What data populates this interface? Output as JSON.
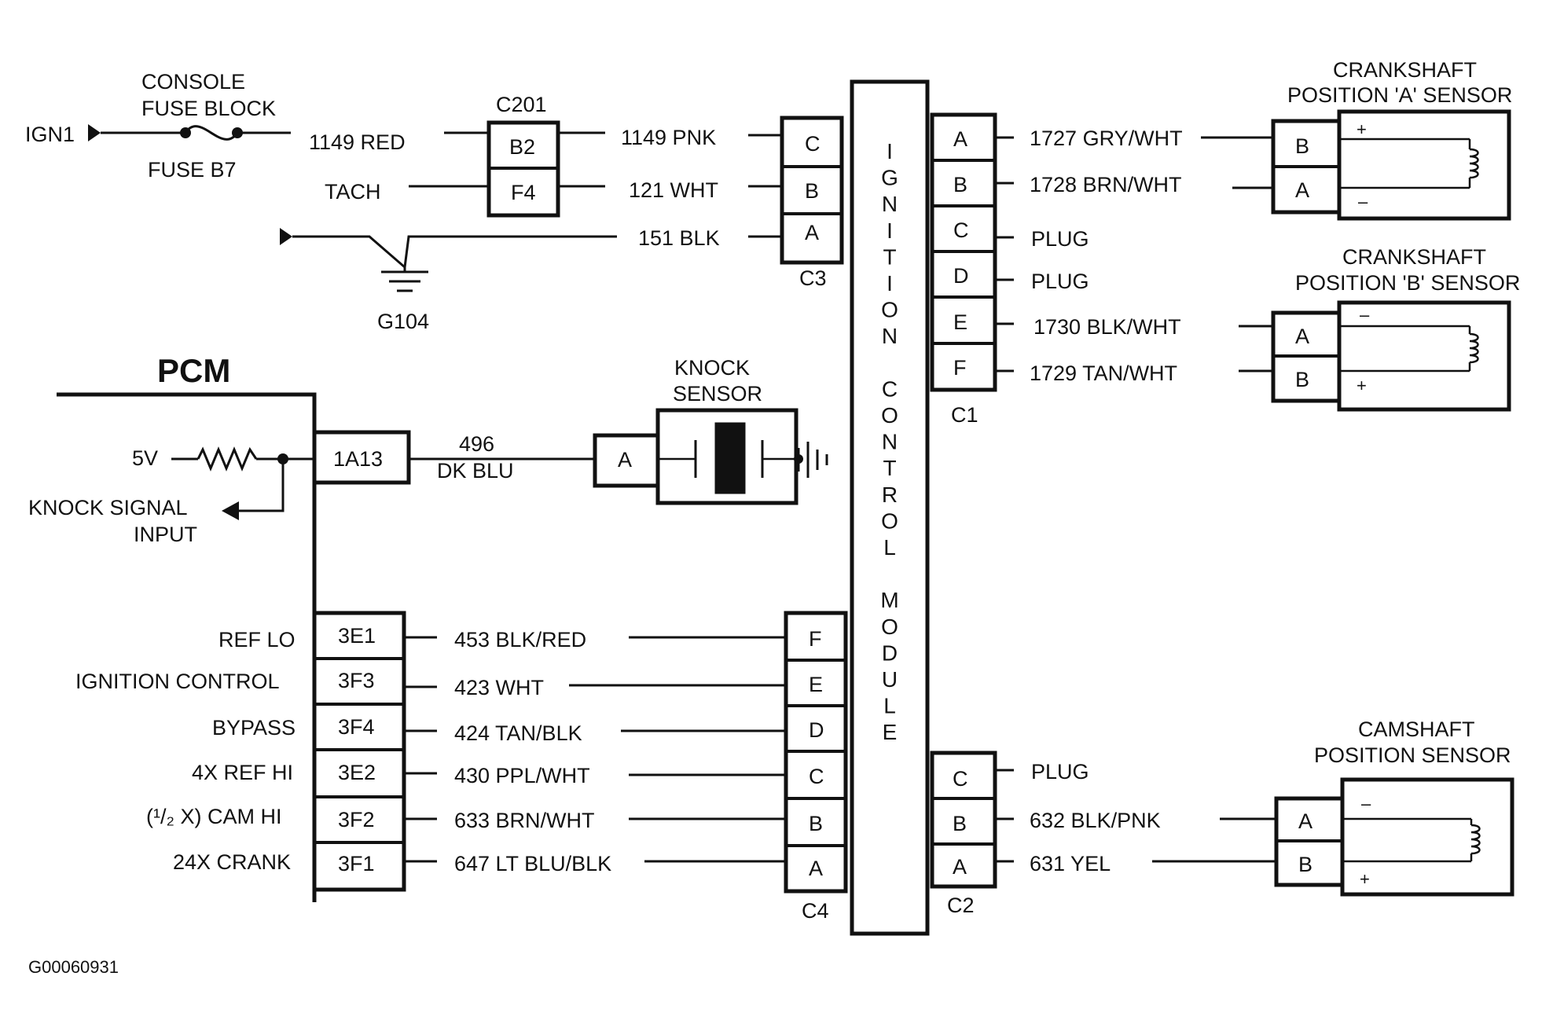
{
  "diagram": {
    "figure_id": "G00060931",
    "power": {
      "ign": "IGN1",
      "fuse_block": [
        "CONSOLE",
        "FUSE BLOCK"
      ],
      "fuse": "FUSE B7",
      "ign_wire": "1149 RED",
      "tach": "TACH"
    },
    "c201": {
      "name": "C201",
      "pins": [
        "B2",
        "F4"
      ]
    },
    "c3": {
      "name": "C3",
      "pins": [
        "C",
        "B",
        "A"
      ],
      "wires": [
        "1149 PNK",
        "121 WHT",
        "151 BLK"
      ]
    },
    "ground": "G104",
    "module": {
      "title_vertical": [
        "I",
        "G",
        "N",
        "I",
        "T",
        "I",
        "O",
        "N",
        "",
        "C",
        "O",
        "N",
        "T",
        "R",
        "O",
        "L",
        "",
        "M",
        "O",
        "D",
        "U",
        "L",
        "E"
      ]
    },
    "c1": {
      "name": "C1",
      "pins": [
        "A",
        "B",
        "C",
        "D",
        "E",
        "F"
      ],
      "wires": [
        "1727 GRY/WHT",
        "1728 BRN/WHT",
        "PLUG",
        "PLUG",
        "1730 BLK/WHT",
        "1729 TAN/WHT"
      ]
    },
    "sensor_a": {
      "title": [
        "CRANKSHAFT",
        "POSITION 'A' SENSOR"
      ],
      "pins": [
        "B",
        "A"
      ],
      "polarity": [
        "+",
        "–"
      ]
    },
    "sensor_b": {
      "title": [
        "CRANKSHAFT",
        "POSITION 'B' SENSOR"
      ],
      "pins": [
        "A",
        "B"
      ],
      "polarity": [
        "–",
        "+"
      ]
    },
    "pcm": {
      "title": "PCM",
      "supply": "5V",
      "knock_pin": "1A13",
      "knock_signal": [
        "KNOCK SIGNAL",
        "INPUT"
      ],
      "pins": [
        "3E1",
        "3F3",
        "3F4",
        "3E2",
        "3F2",
        "3F1"
      ],
      "labels": [
        "REF LO",
        "IGNITION CONTROL",
        "BYPASS",
        "4X REF HI",
        "(¹/₂ X) CAM HI",
        "24X CRANK"
      ]
    },
    "knock": {
      "title": [
        "KNOCK",
        "SENSOR"
      ],
      "wire": [
        "496",
        "DK BLU"
      ],
      "pin": "A"
    },
    "c4": {
      "name": "C4",
      "pins": [
        "F",
        "E",
        "D",
        "C",
        "B",
        "A"
      ],
      "wires": [
        "453 BLK/RED",
        "423 WHT",
        "424 TAN/BLK",
        "430 PPL/WHT",
        "633 BRN/WHT",
        "647 LT BLU/BLK"
      ]
    },
    "c2": {
      "name": "C2",
      "pins": [
        "C",
        "B",
        "A"
      ],
      "wires": [
        "PLUG",
        "632 BLK/PNK",
        "631 YEL"
      ]
    },
    "camshaft": {
      "title": [
        "CAMSHAFT",
        "POSITION SENSOR"
      ],
      "pins": [
        "A",
        "B"
      ],
      "polarity": [
        "–",
        "+"
      ]
    }
  }
}
